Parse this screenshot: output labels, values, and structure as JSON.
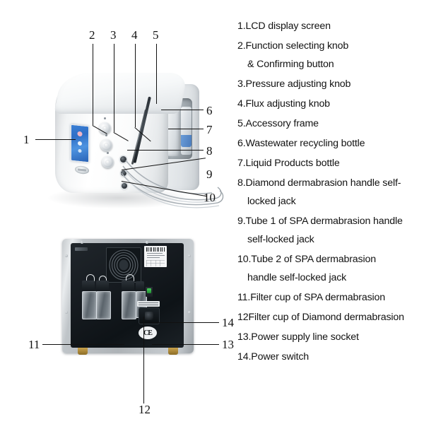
{
  "legend": {
    "items": [
      {
        "text": "1.LCD display screen"
      },
      {
        "text": "2.Function selecting knob",
        "line2": "& Confirming button"
      },
      {
        "text": "3.Pressure adjusting knob"
      },
      {
        "text": "4.Flux adjusting knob"
      },
      {
        "text": "5.Accessory frame"
      },
      {
        "text": "6.Wastewater recycling bottle"
      },
      {
        "text": "7.Liquid Products bottle"
      },
      {
        "text": "8.Diamond dermabrasion handle self-",
        "line2": "locked jack"
      },
      {
        "text": "9.Tube 1 of SPA dermabrasion handle",
        "line2": "self-locked jack"
      },
      {
        "text": "10.Tube 2 of SPA dermabrasion",
        "line2": "handle self-locked jack",
        "justify": true
      },
      {
        "text": "11.Filter cup of SPA dermabrasion"
      },
      {
        "text": "12Filter cup of Diamond dermabrasion"
      },
      {
        "text": "13.Power supply line socket"
      },
      {
        "text": "14.Power switch"
      }
    ]
  },
  "callouts": {
    "front_top": [
      "2",
      "3",
      "4",
      "5"
    ],
    "front_left": "1",
    "front_right": [
      "6",
      "7",
      "8",
      "9",
      "10"
    ],
    "rear_left": "11",
    "rear_right": [
      "14",
      "13"
    ],
    "rear_bottom": "12"
  },
  "device": {
    "rear_marks": {
      "ce": "CE"
    }
  },
  "colors": {
    "lcd_blue": "#3a7fd5",
    "power_switch_green": "#49d25a",
    "body_white": "#f6f8f9",
    "rear_panel_dark": "#171c21",
    "line_black": "#111111"
  }
}
